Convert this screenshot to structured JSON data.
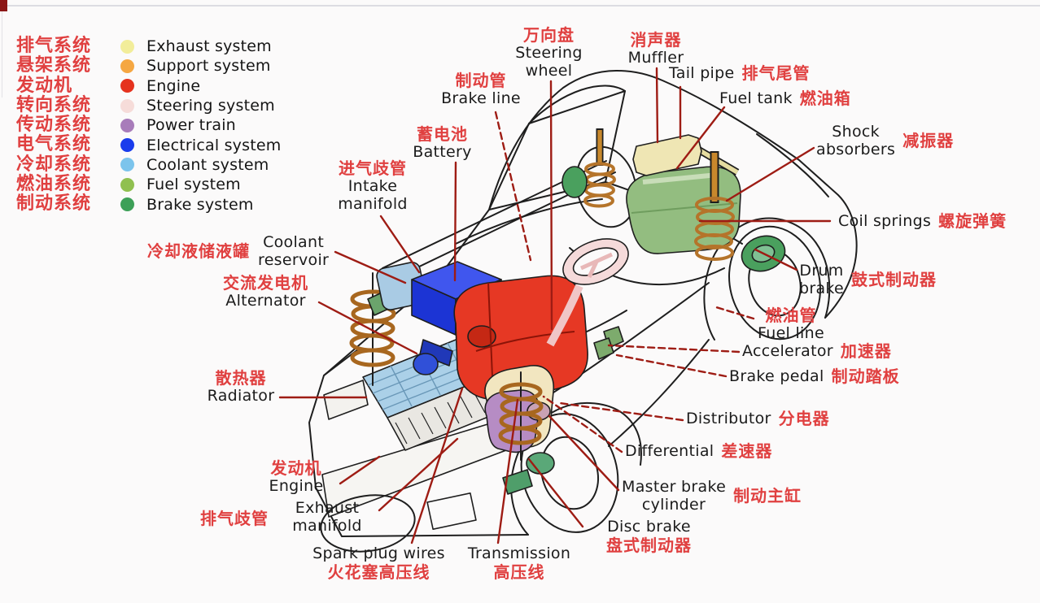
{
  "title": "Car systems diagram (English / Chinese labeled cutaway)",
  "colors": {
    "label_red": "#e04040",
    "leader_red": "#9e1c14",
    "text_black": "#1b1b1b",
    "background": "#fbfafa"
  },
  "legend": {
    "items": [
      {
        "zh": "排气系统",
        "en": "Exhaust system",
        "color": "#f2ed9a"
      },
      {
        "zh": "悬架系统",
        "en": "Support system",
        "color": "#f5a742"
      },
      {
        "zh": "发动机",
        "en": "Engine",
        "color": "#e5321e"
      },
      {
        "zh": "转向系统",
        "en": "Steering system",
        "color": "#f6dcd9"
      },
      {
        "zh": "传动系统",
        "en": "Power train",
        "color": "#a87cba"
      },
      {
        "zh": "电气系统",
        "en": "Electrical system",
        "color": "#1a3cec"
      },
      {
        "zh": "冷却系统",
        "en": "Coolant system",
        "color": "#7cc4ec"
      },
      {
        "zh": "燃油系统",
        "en": "Fuel system",
        "color": "#90c050"
      },
      {
        "zh": "制动系统",
        "en": "Brake system",
        "color": "#3da058"
      }
    ]
  },
  "callouts": {
    "steering_wheel": {
      "zh": "万向盘",
      "en": "Steering\nwheel"
    },
    "muffler": {
      "zh": "消声器",
      "en": "Muffler"
    },
    "tail_pipe": {
      "en": "Tail pipe",
      "zh": "排气尾管"
    },
    "fuel_tank": {
      "en": "Fuel tank",
      "zh": "燃油箱"
    },
    "brake_line": {
      "zh": "制动管",
      "en": "Brake line"
    },
    "battery": {
      "zh": "蓄电池",
      "en": "Battery"
    },
    "intake_manifold": {
      "zh": "进气歧管",
      "en": "Intake\nmanifold"
    },
    "shock_absorbers": {
      "en": "Shock\nabsorbers",
      "zh": "减振器"
    },
    "coil_springs": {
      "en": "Coil  springs",
      "zh": "螺旋弹簧"
    },
    "drum_brake": {
      "en": "Drum\nbrake",
      "zh": "鼓式制动器"
    },
    "fuel_line": {
      "zh": "燃油管",
      "en": "Fuel line"
    },
    "accelerator": {
      "en": "Accelerator",
      "zh": "加速器"
    },
    "brake_pedal": {
      "en": "Brake pedal",
      "zh": "制动踏板"
    },
    "distributor": {
      "en": "Distributor",
      "zh": "分电器"
    },
    "differential": {
      "en": "Differential",
      "zh": "差速器"
    },
    "master_brake_cylinder": {
      "en": "Master brake\ncylinder",
      "zh": "制动主缸"
    },
    "disc_brake": {
      "en": "Disc brake",
      "zh": "盘式制动器"
    },
    "transmission": {
      "en": "Transmission",
      "zh": "高压线"
    },
    "spark_plug_wires": {
      "en": "Spark plug wires",
      "zh": "火花塞高压线"
    },
    "exhaust_manifold": {
      "en": "Exhaust\nmanifold",
      "zh": "排气歧管"
    },
    "engine": {
      "zh": "发动机",
      "en": "Engine"
    },
    "radiator": {
      "zh": "散热器",
      "en": "Radiator"
    },
    "alternator": {
      "zh": "交流发电机",
      "en": "Alternator"
    },
    "coolant_reservoir": {
      "zh": "冷却液储液罐",
      "en": "Coolant\nreservoir"
    }
  }
}
